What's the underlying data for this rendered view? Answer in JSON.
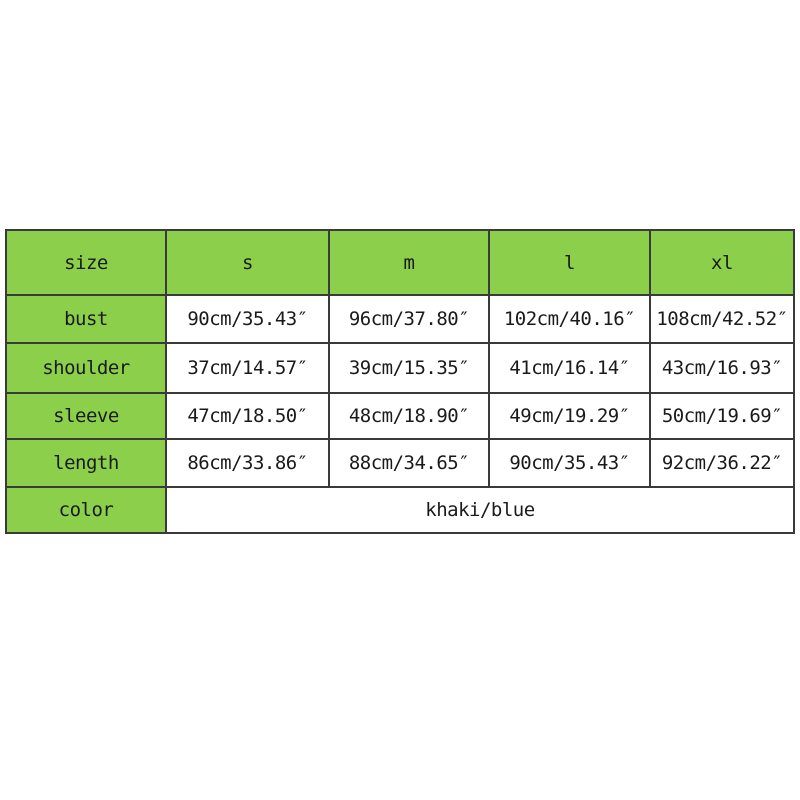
{
  "colors": {
    "header_green": "#8ccf4a",
    "border": "#3a3a3a",
    "cell_background": "#ffffff"
  },
  "table": {
    "corner_label": "size",
    "sizes": [
      "s",
      "m",
      "l",
      "xl"
    ],
    "rows": [
      {
        "label": "bust",
        "values": [
          "90cm/35.43″",
          "96cm/37.80″",
          "102cm/40.16″",
          "108cm/42.52″"
        ]
      },
      {
        "label": "shoulder",
        "values": [
          "37cm/14.57″",
          "39cm/15.35″",
          "41cm/16.14″",
          "43cm/16.93″"
        ]
      },
      {
        "label": "sleeve",
        "values": [
          "47cm/18.50″",
          "48cm/18.90″",
          "49cm/19.29″",
          "50cm/19.69″"
        ]
      },
      {
        "label": "length",
        "values": [
          "86cm/33.86″",
          "88cm/34.65″",
          "90cm/35.43″",
          "92cm/36.22″"
        ]
      }
    ],
    "color_row": {
      "label": "color",
      "value": "khaki/blue"
    }
  }
}
